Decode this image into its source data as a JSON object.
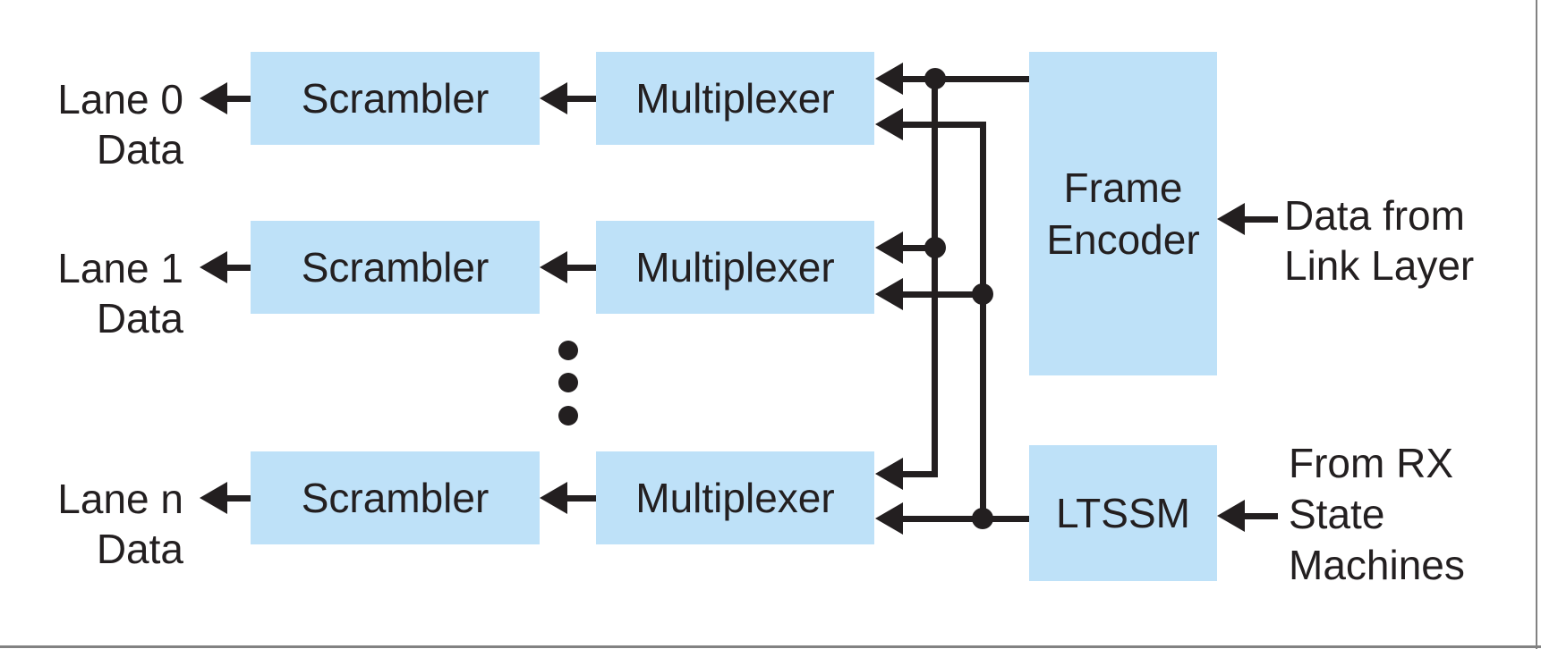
{
  "colors": {
    "box_fill": "#BEE1F8",
    "line": "#231F20",
    "border": "#828282"
  },
  "lanes": [
    {
      "label_line1": "Lane 0",
      "label_line2": "Data",
      "scrambler_label": "Scrambler",
      "multiplexer_label": "Multiplexer"
    },
    {
      "label_line1": "Lane 1",
      "label_line2": "Data",
      "scrambler_label": "Scrambler",
      "multiplexer_label": "Multiplexer"
    },
    {
      "label_line1": "Lane n",
      "label_line2": "Data",
      "scrambler_label": "Scrambler",
      "multiplexer_label": "Multiplexer"
    }
  ],
  "frame_encoder": {
    "line1": "Frame",
    "line2": "Encoder"
  },
  "ltssm": {
    "label": "LTSSM"
  },
  "annotations": {
    "link_layer": {
      "line1": "Data from",
      "line2": "Link Layer"
    },
    "rx": {
      "line1": "From RX",
      "line2": "State",
      "line3": "Machines"
    }
  }
}
